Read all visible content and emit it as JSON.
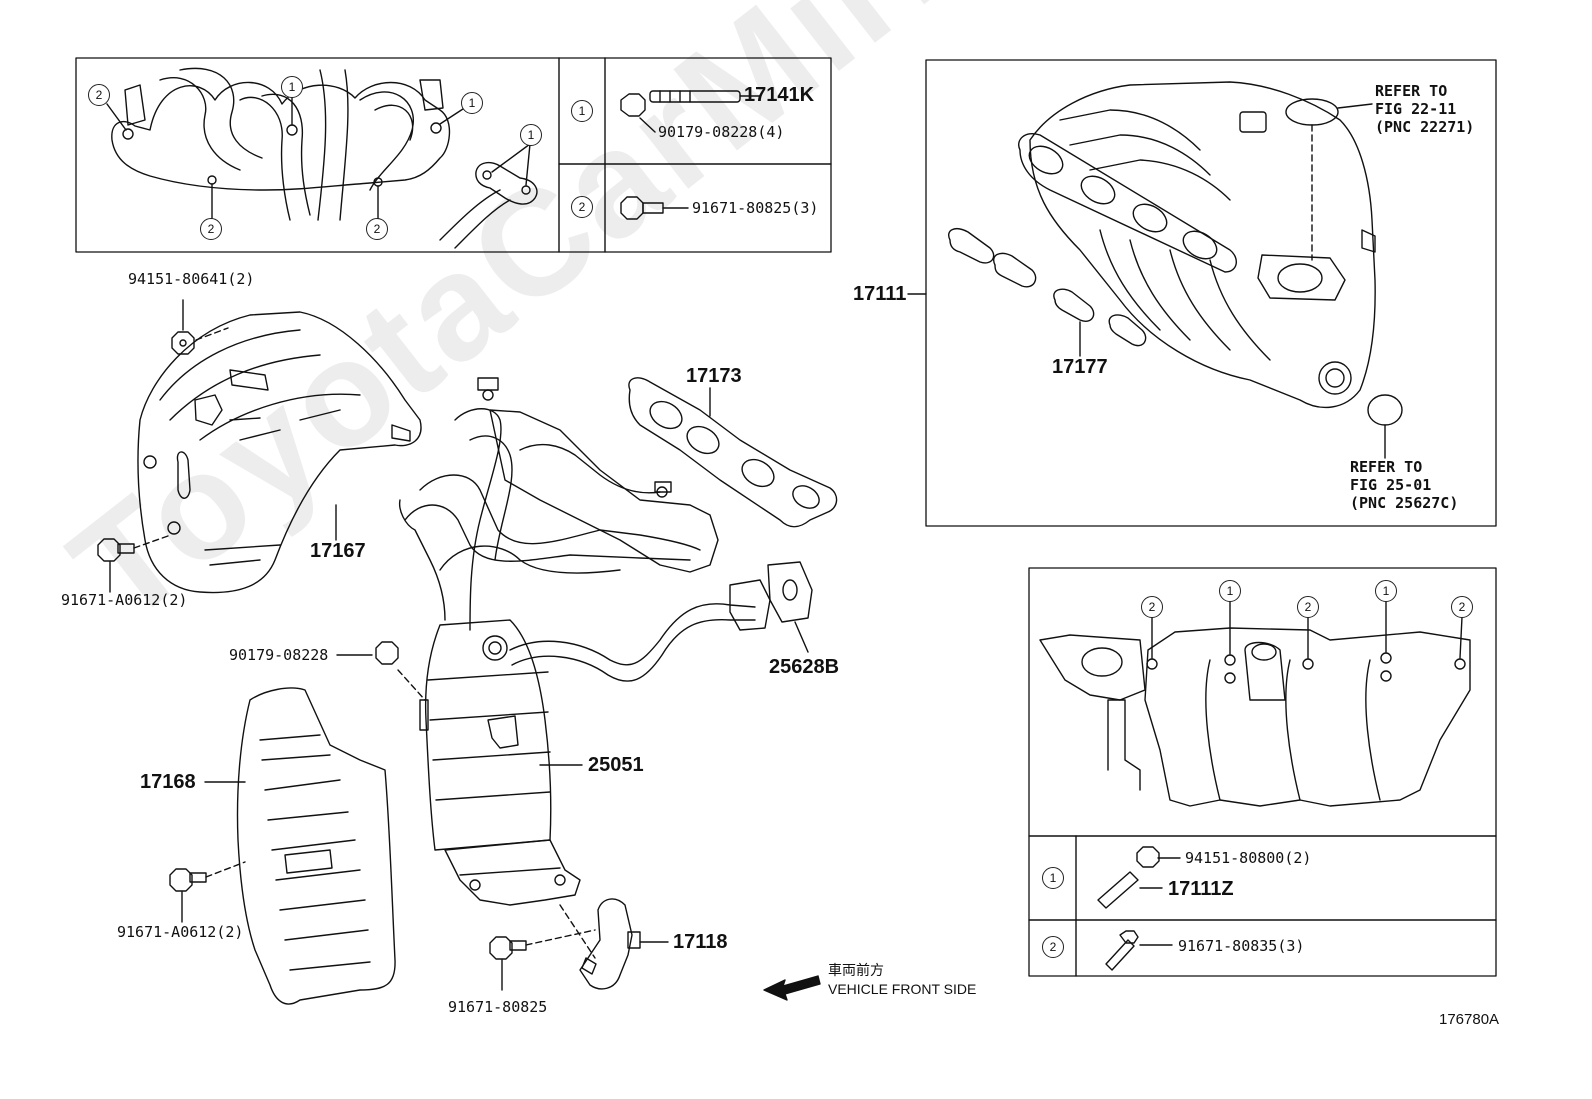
{
  "parts": {
    "p17141K": "17141K",
    "p90179_08228_4": "90179-08228(4)",
    "p91671_80825_3": "91671-80825(3)",
    "p94151_80641_2": "94151-80641(2)",
    "p17167": "17167",
    "p91671_A0612_2a": "91671-A0612(2)",
    "p17173": "17173",
    "p90179_08228": "90179-08228",
    "p25628B": "25628B",
    "p25051": "25051",
    "p17168": "17168",
    "p91671_A0612_2b": "91671-A0612(2)",
    "p91671_80825": "91671-80825",
    "p17118": "17118",
    "p17111": "17111",
    "p17177": "17177",
    "p94151_80800_2": "94151-80800(2)",
    "p17111Z": "17111Z",
    "p91671_80835_3": "91671-80835(3)"
  },
  "refer": {
    "top": [
      "REFER TO",
      "FIG 22-11",
      "(PNC 22271)"
    ],
    "bottom": [
      "REFER TO",
      "FIG 25-01",
      "(PNC 25627C)"
    ]
  },
  "circle_marks": {
    "one": "1",
    "two": "2"
  },
  "direction": {
    "japanese": "車両前方",
    "english": "VEHICLE FRONT SIDE"
  },
  "figure_code": "176780A",
  "watermark": "ToyotaCarMirror"
}
